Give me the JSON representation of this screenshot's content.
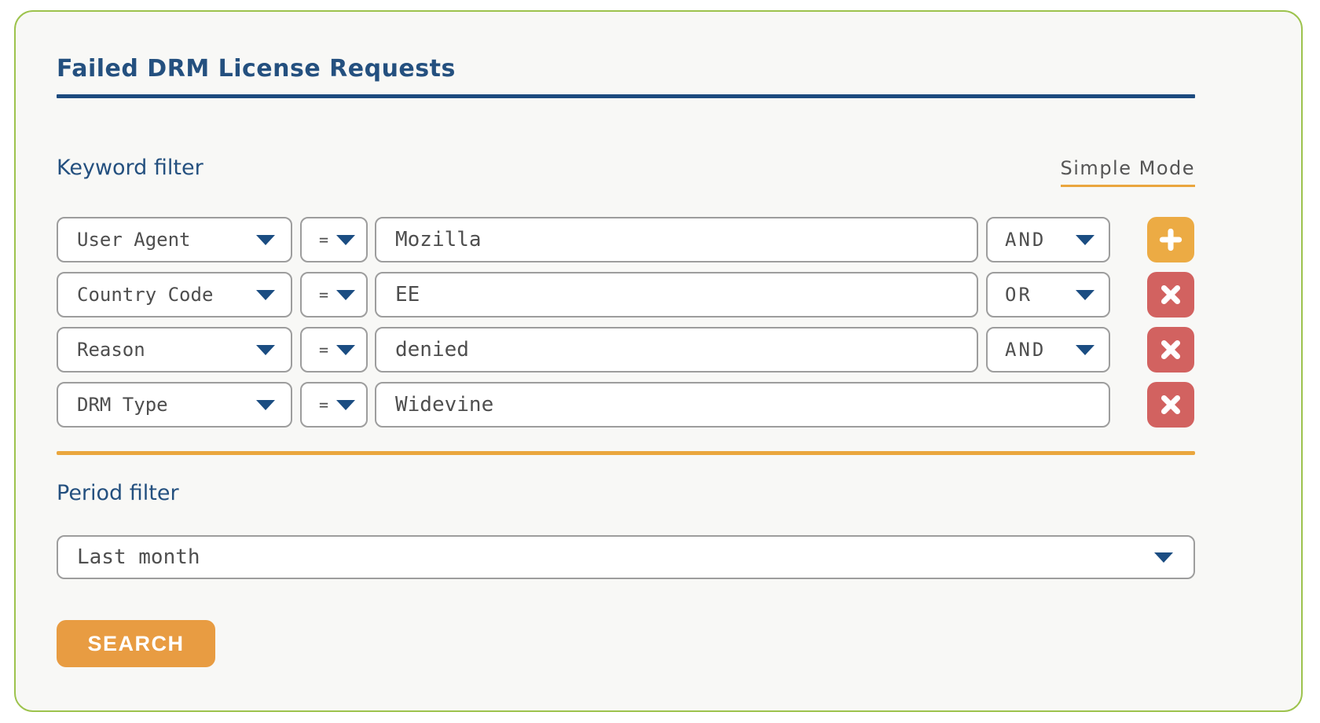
{
  "colors": {
    "accent_navy": "#24507f",
    "accent_orange": "#eaa63e",
    "accent_orange_button": "#e89c42",
    "accent_red": "#d26260",
    "card_border_green": "#9dc34d",
    "card_background": "#f8f8f6",
    "field_border_gray": "#9d9d9d",
    "field_text_gray": "#4e4e4e"
  },
  "panel": {
    "title": "Failed DRM License Requests"
  },
  "keyword_filter": {
    "heading": "Keyword filter",
    "mode_toggle_label": "Simple Mode",
    "rows": [
      {
        "field": "User Agent",
        "operator": "=",
        "value": "Mozilla",
        "logic": "AND",
        "action": "add"
      },
      {
        "field": "Country Code",
        "operator": "=",
        "value": "EE",
        "logic": "OR",
        "action": "remove"
      },
      {
        "field": "Reason",
        "operator": "=",
        "value": "denied",
        "logic": "AND",
        "action": "remove"
      },
      {
        "field": "DRM Type",
        "operator": "=",
        "value": "Widevine",
        "logic": null,
        "action": "remove"
      }
    ]
  },
  "period_filter": {
    "heading": "Period filter",
    "selected_option": "Last month"
  },
  "search": {
    "button_label": "SEARCH"
  },
  "icons": {
    "dropdown": "caret-down-icon",
    "add": "plus-icon",
    "remove": "x-icon"
  }
}
